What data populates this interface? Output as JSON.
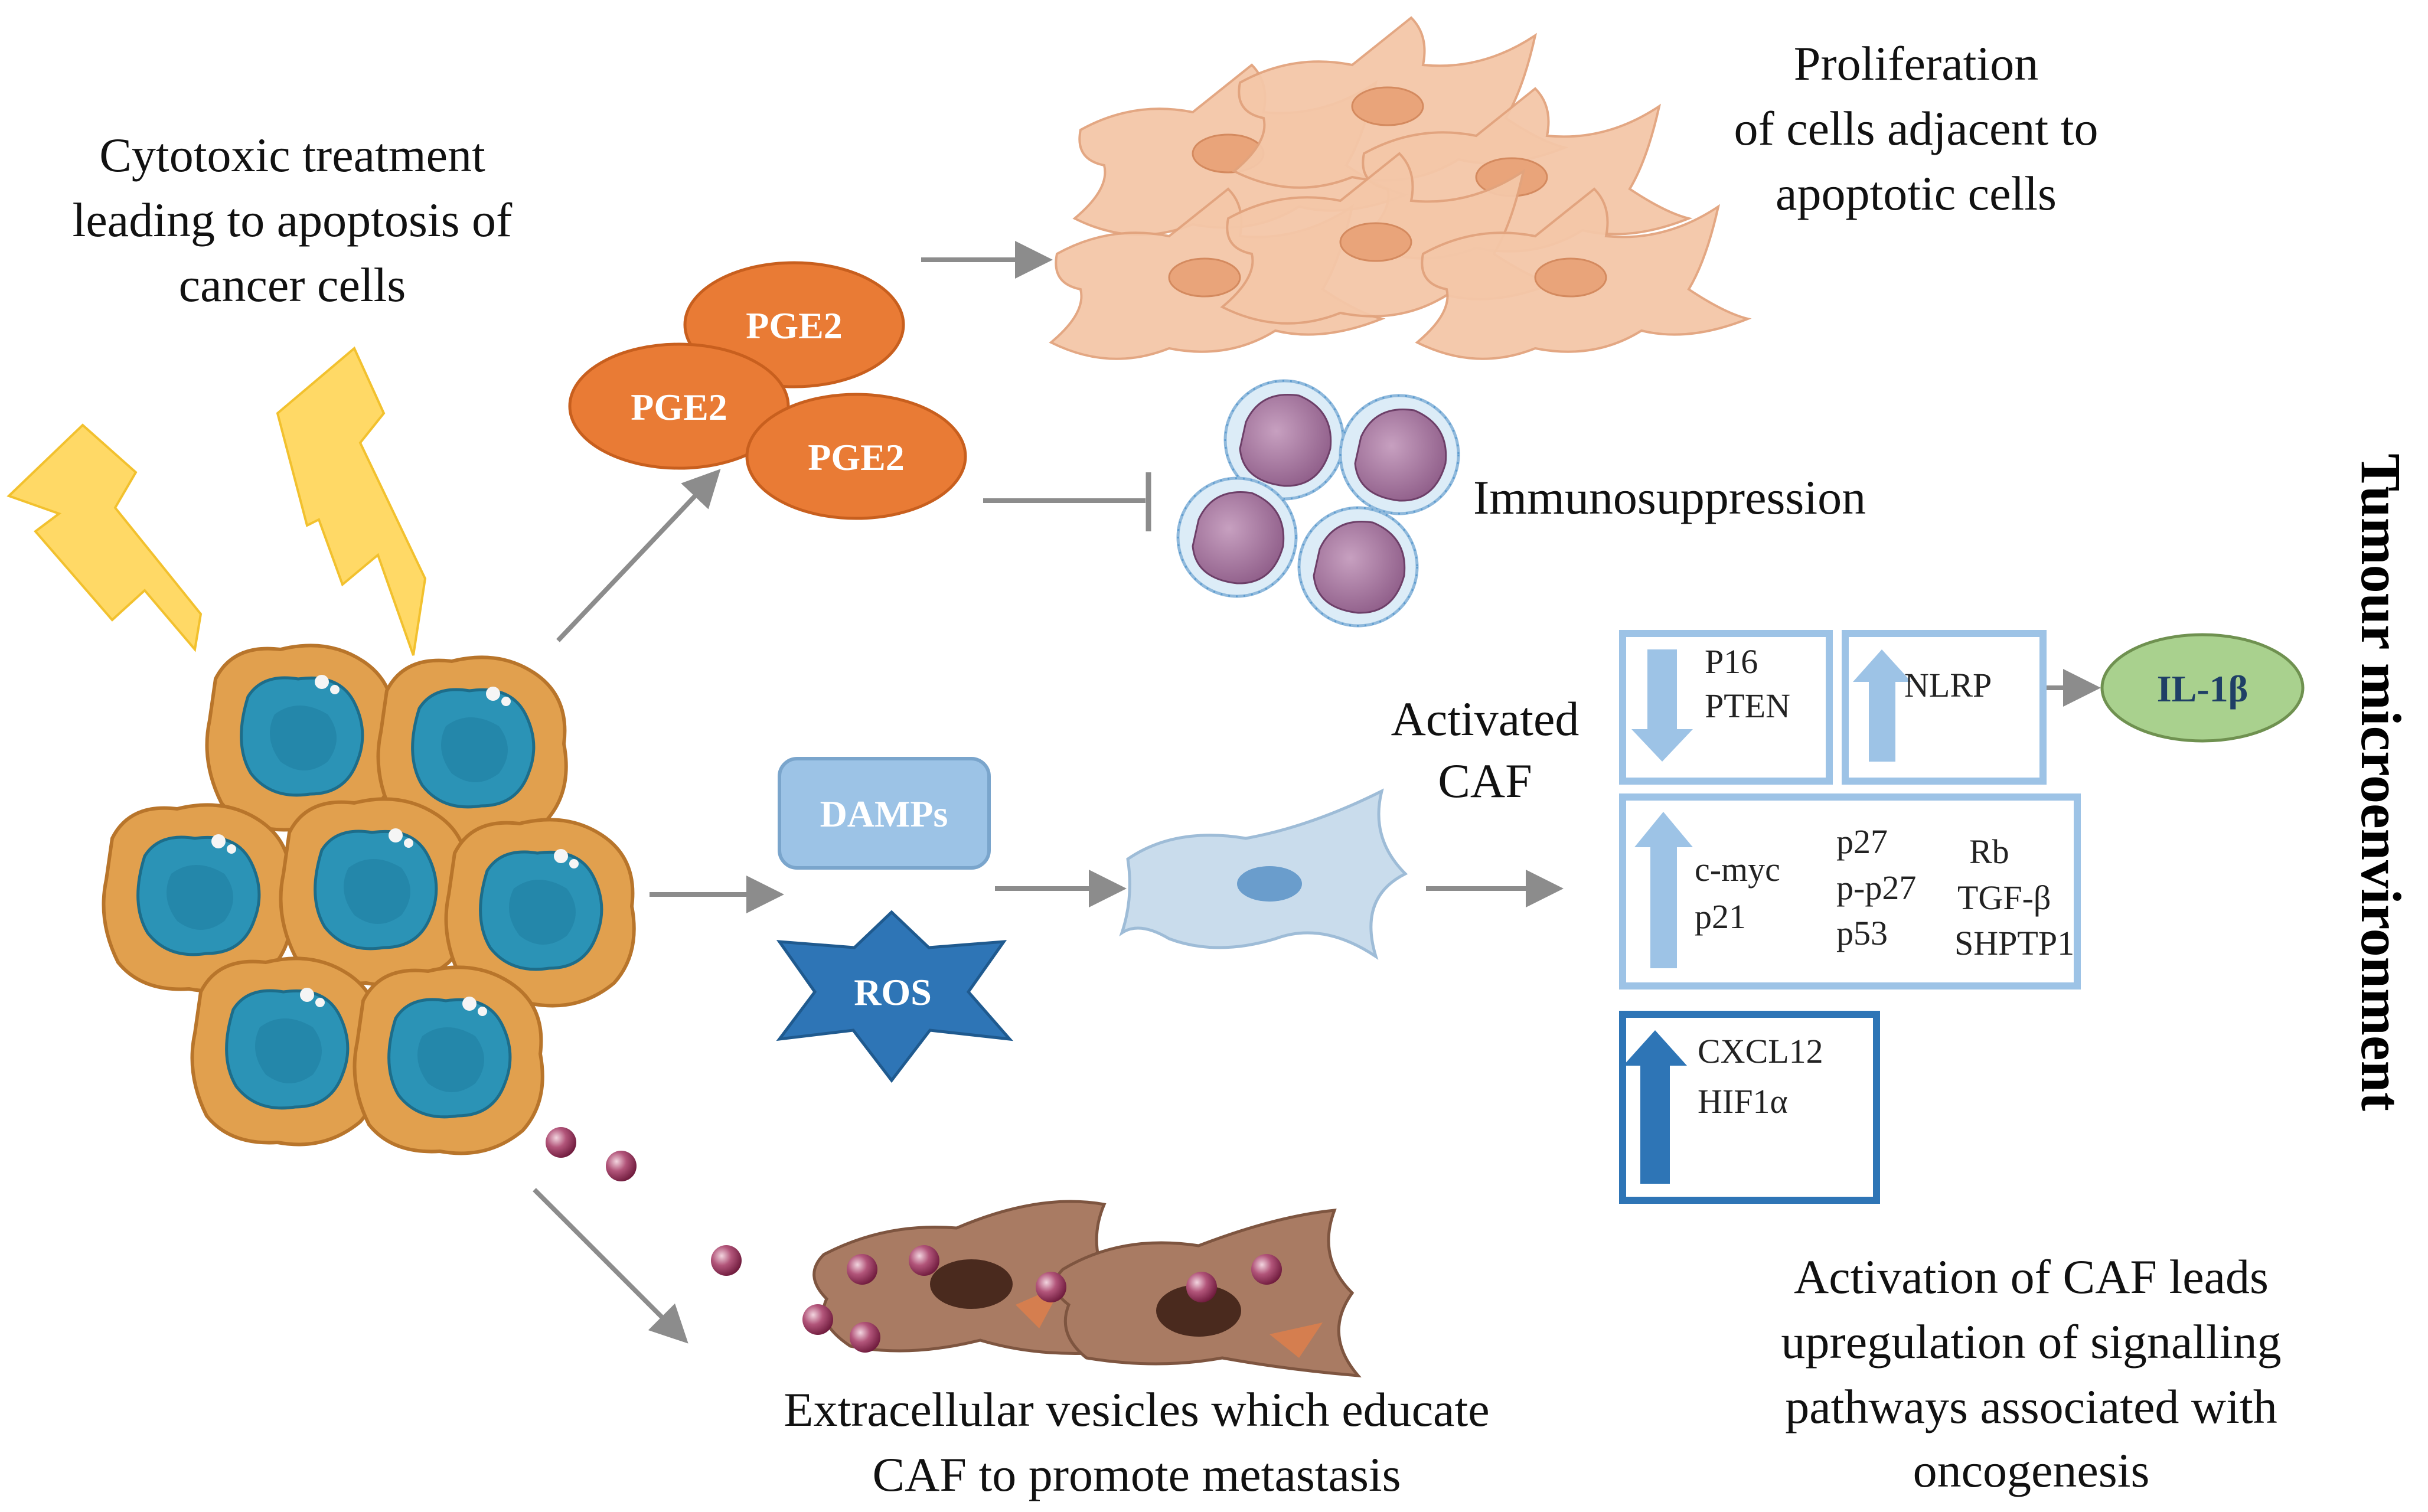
{
  "captions": {
    "cytotoxic": [
      "Cytotoxic treatment",
      "leading to apoptosis of",
      "cancer cells"
    ],
    "proliferation": [
      "Proliferation",
      "of cells adjacent to",
      "apoptotic cells"
    ],
    "immunosuppression": "Immunosuppression",
    "activated_caf": [
      "Activated",
      "CAF"
    ],
    "ev": [
      "Extracellular vesicles which educate",
      "CAF to promote metastasis"
    ],
    "activation": [
      "Activation of CAF leads",
      "upregulation of signalling",
      "pathways associated with",
      "oncogenesis"
    ],
    "side_title": "Tumour microenvironment"
  },
  "molecules": {
    "pge2": [
      "PGE2",
      "PGE2",
      "PGE2"
    ],
    "damps": "DAMPs",
    "ros": "ROS",
    "il1b": "IL-1β"
  },
  "boxes": {
    "down_box": [
      "P16",
      "PTEN"
    ],
    "nlrp_box": [
      "NLRP"
    ],
    "mid_box_col1": [
      "c-myc",
      "p21"
    ],
    "mid_box_col2": [
      "p27",
      "p-p27",
      "p53"
    ],
    "mid_box_col3": [
      "Rb",
      "TGF-β",
      "SHPTP1"
    ],
    "cxcl_box": [
      "CXCL12",
      "HIF1α"
    ]
  },
  "colors": {
    "arrow": "#8c8c8c",
    "pge2": "#e97b35",
    "damps": "#9cc3e6",
    "ros": "#2e75b6",
    "il1b": "#a9d18e",
    "box_light": "#9dc3e6",
    "box_dark": "#2e75b6",
    "cancer_cell": "#e1a04e",
    "nucleus": "#2b93b6",
    "fibroblast": "#f4c7a8",
    "caf": "#c9dcec",
    "ev_cell": "#a97b63",
    "vesicle": "#8e2b55",
    "lightning": "#ffd966"
  }
}
